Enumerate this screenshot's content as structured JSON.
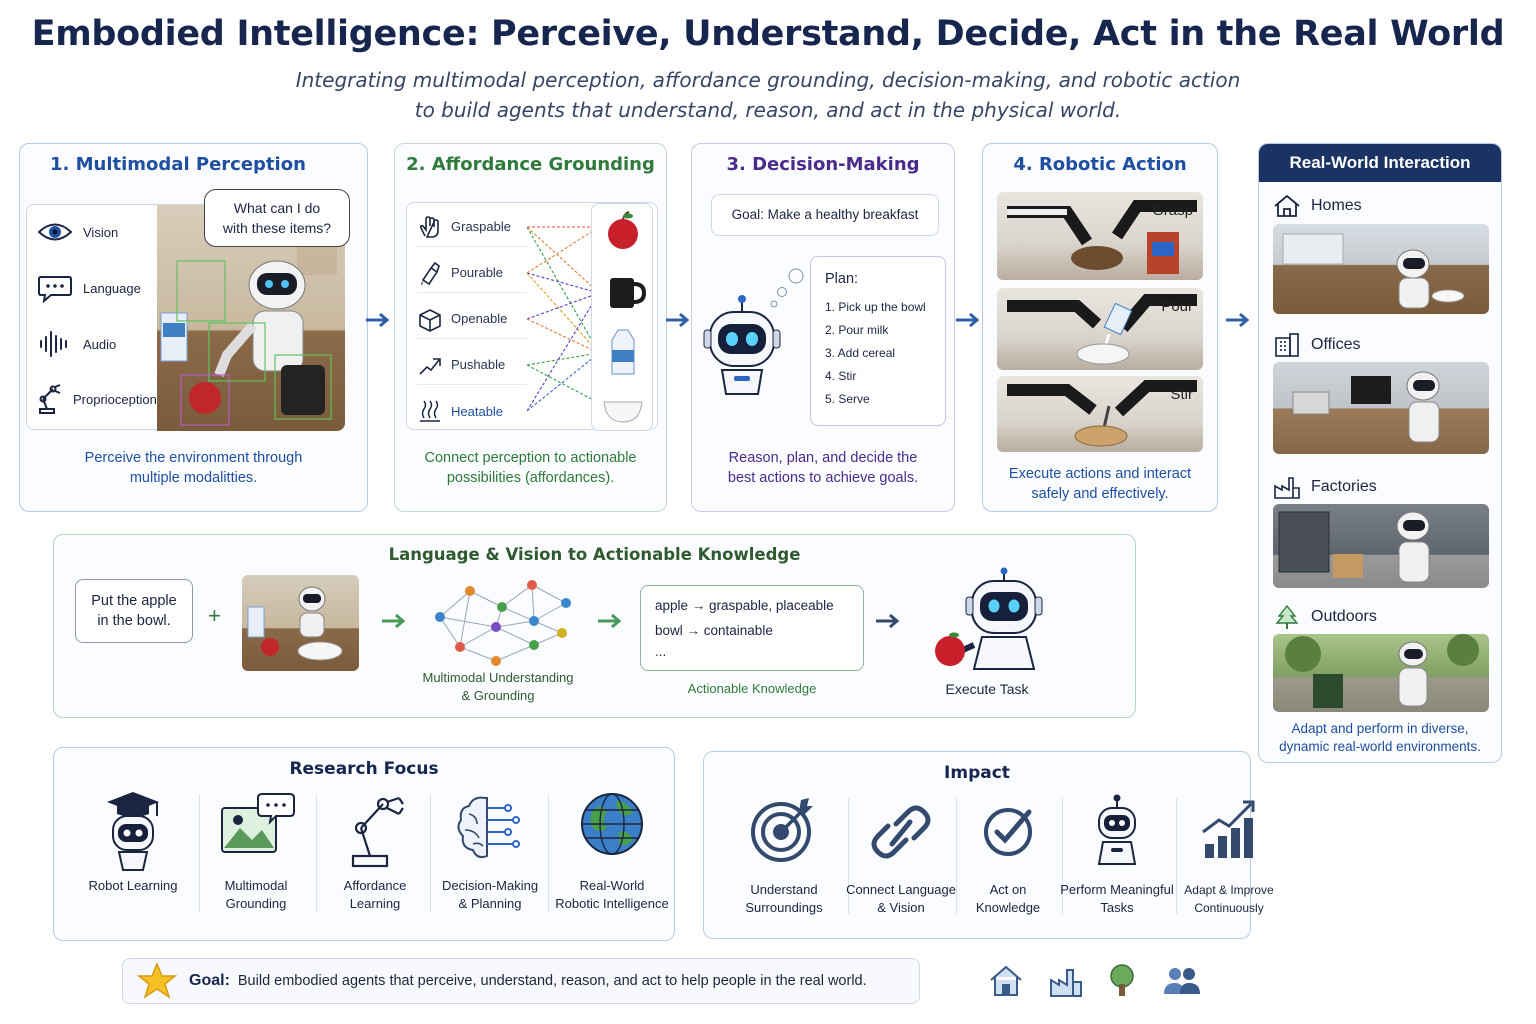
{
  "header": {
    "title": "Embodied Intelligence: Perceive, Understand, Decide, Act in the Real World",
    "subtitle_line1": "Integrating multimodal perception, affordance grounding, decision-making, and robotic action",
    "subtitle_line2": "to build agents that understand, reason, and act in the physical world."
  },
  "perception": {
    "title": "1.  Multimodal Perception",
    "modalities": [
      "Vision",
      "Language",
      "Audio",
      "Proprioception"
    ],
    "speech": [
      "What can I do",
      "with these items?"
    ],
    "caption": [
      "Perceive the environment through",
      "multiple modalitties."
    ]
  },
  "affordance": {
    "title": "2.  Affordance Grounding",
    "affordances": [
      "Graspable",
      "Pourable",
      "Openable",
      "Pushable",
      "Heatable"
    ],
    "objects": [
      "apple",
      "mug",
      "milk carton",
      "bowl"
    ],
    "caption": [
      "Connect perception to actionable",
      "possibilities (affordances)."
    ]
  },
  "decision": {
    "title": "3.  Decision-Making",
    "goal": "Goal: Make a healthy breakfast",
    "plan_title": "Plan:",
    "plan": [
      "1.   Pick up the bowl",
      "2.   Pour milk",
      "3.   Add cereal",
      "4.   Stir",
      "5.   Serve"
    ],
    "caption": [
      "Reason, plan, and decide the",
      "best actions to achieve goals."
    ]
  },
  "action": {
    "title": "4.  Robotic Action",
    "steps": [
      "Grasp",
      "Pour",
      "Stir"
    ],
    "caption": [
      "Execute actions and interact",
      "safely and effectively."
    ]
  },
  "real_world": {
    "title": "Real-World Interaction",
    "places": [
      "Homes",
      "Offices",
      "Factories",
      "Outdoors"
    ],
    "caption": [
      "Adapt and perform in diverse,",
      "dynamic real-world environments."
    ]
  },
  "knowledge": {
    "title": "Language & Vision to Actionable Knowledge",
    "instruction": [
      "Put the apple",
      "in the bowl."
    ],
    "plus": "+",
    "graph_label": [
      "Multimodal Understanding",
      "& Grounding"
    ],
    "facts": [
      "apple → graspable, placeable",
      "bowl → containable",
      "..."
    ],
    "facts_label": "Actionable Knowledge",
    "execute_label": "Execute Task"
  },
  "research": {
    "title": "Research Focus",
    "items": [
      [
        "Robot Learning",
        ""
      ],
      [
        "Multimodal",
        "Grounding"
      ],
      [
        "Affordance",
        "Learning"
      ],
      [
        "Decision-Making",
        "& Planning"
      ],
      [
        "Real-World",
        "Robotic Intelligence"
      ]
    ]
  },
  "impact": {
    "title": "Impact",
    "items": [
      [
        "Understand",
        "Surroundings"
      ],
      [
        "Connect Language",
        "& Vision"
      ],
      [
        "Act on",
        "Knowledge"
      ],
      [
        "Perform Meaningful",
        "Tasks"
      ],
      [
        "Adapt & Improve",
        "Continuously"
      ]
    ]
  },
  "goal": {
    "label": "Goal:",
    "text": "Build embodied agents that perceive, understand, reason, and act to help people in the real world."
  },
  "colors": {
    "navy": "#16264f",
    "blue": "#1f4fa0",
    "green": "#2f7a3a",
    "purple": "#4a2b8c",
    "panel_border": "#b9cbe3"
  }
}
